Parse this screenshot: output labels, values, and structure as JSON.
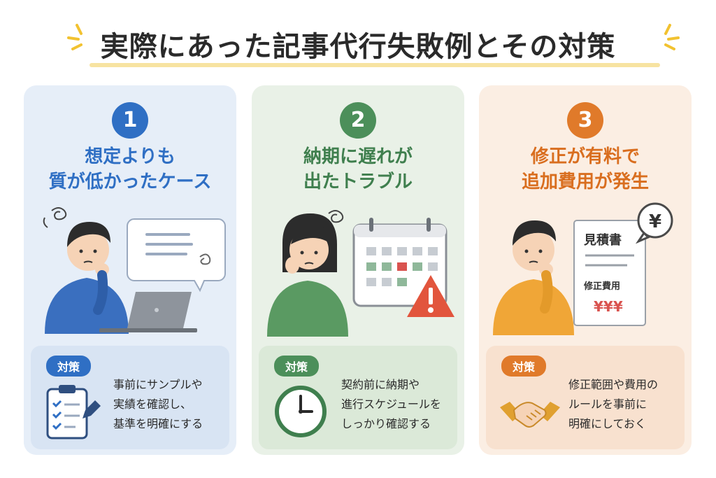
{
  "title": "実際にあった記事代行失敗例とその対策",
  "colors": {
    "blue": "#2f6fc4",
    "green": "#4c8f5a",
    "orange": "#e07a2a",
    "title_underline": "#f7e3a1",
    "sparkle": "#f2c230"
  },
  "cards": [
    {
      "number": "1",
      "title_line1": "想定よりも",
      "title_line2": "質が低かったケース",
      "measure_label": "対策",
      "measure_lines": [
        "事前にサンプルや",
        "実績を確認し、",
        "基準を明確にする"
      ],
      "illustration_icons": [
        "confused-man-icon",
        "laptop-icon",
        "speech-bubble-icon"
      ],
      "measure_icon": "clipboard-checklist-icon"
    },
    {
      "number": "2",
      "title_line1": "納期に遅れが",
      "title_line2": "出たトラブル",
      "measure_label": "対策",
      "measure_lines": [
        "契約前に納期や",
        "進行スケジュールを",
        "しっかり確認する"
      ],
      "illustration_icons": [
        "worried-woman-icon",
        "calendar-icon",
        "warning-icon"
      ],
      "measure_icon": "clock-icon"
    },
    {
      "number": "3",
      "title_line1": "修正が有料で",
      "title_line2": "追加費用が発生",
      "measure_label": "対策",
      "measure_lines": [
        "修正範囲や費用の",
        "ルールを事前に",
        "明確にしておく"
      ],
      "illustration_icons": [
        "thinking-man-icon",
        "invoice-icon",
        "yen-bubble-icon"
      ],
      "measure_icon": "handshake-icon",
      "invoice": {
        "heading": "見積書",
        "label": "修正費用",
        "amount": "¥¥¥",
        "bubble": "¥"
      }
    }
  ]
}
